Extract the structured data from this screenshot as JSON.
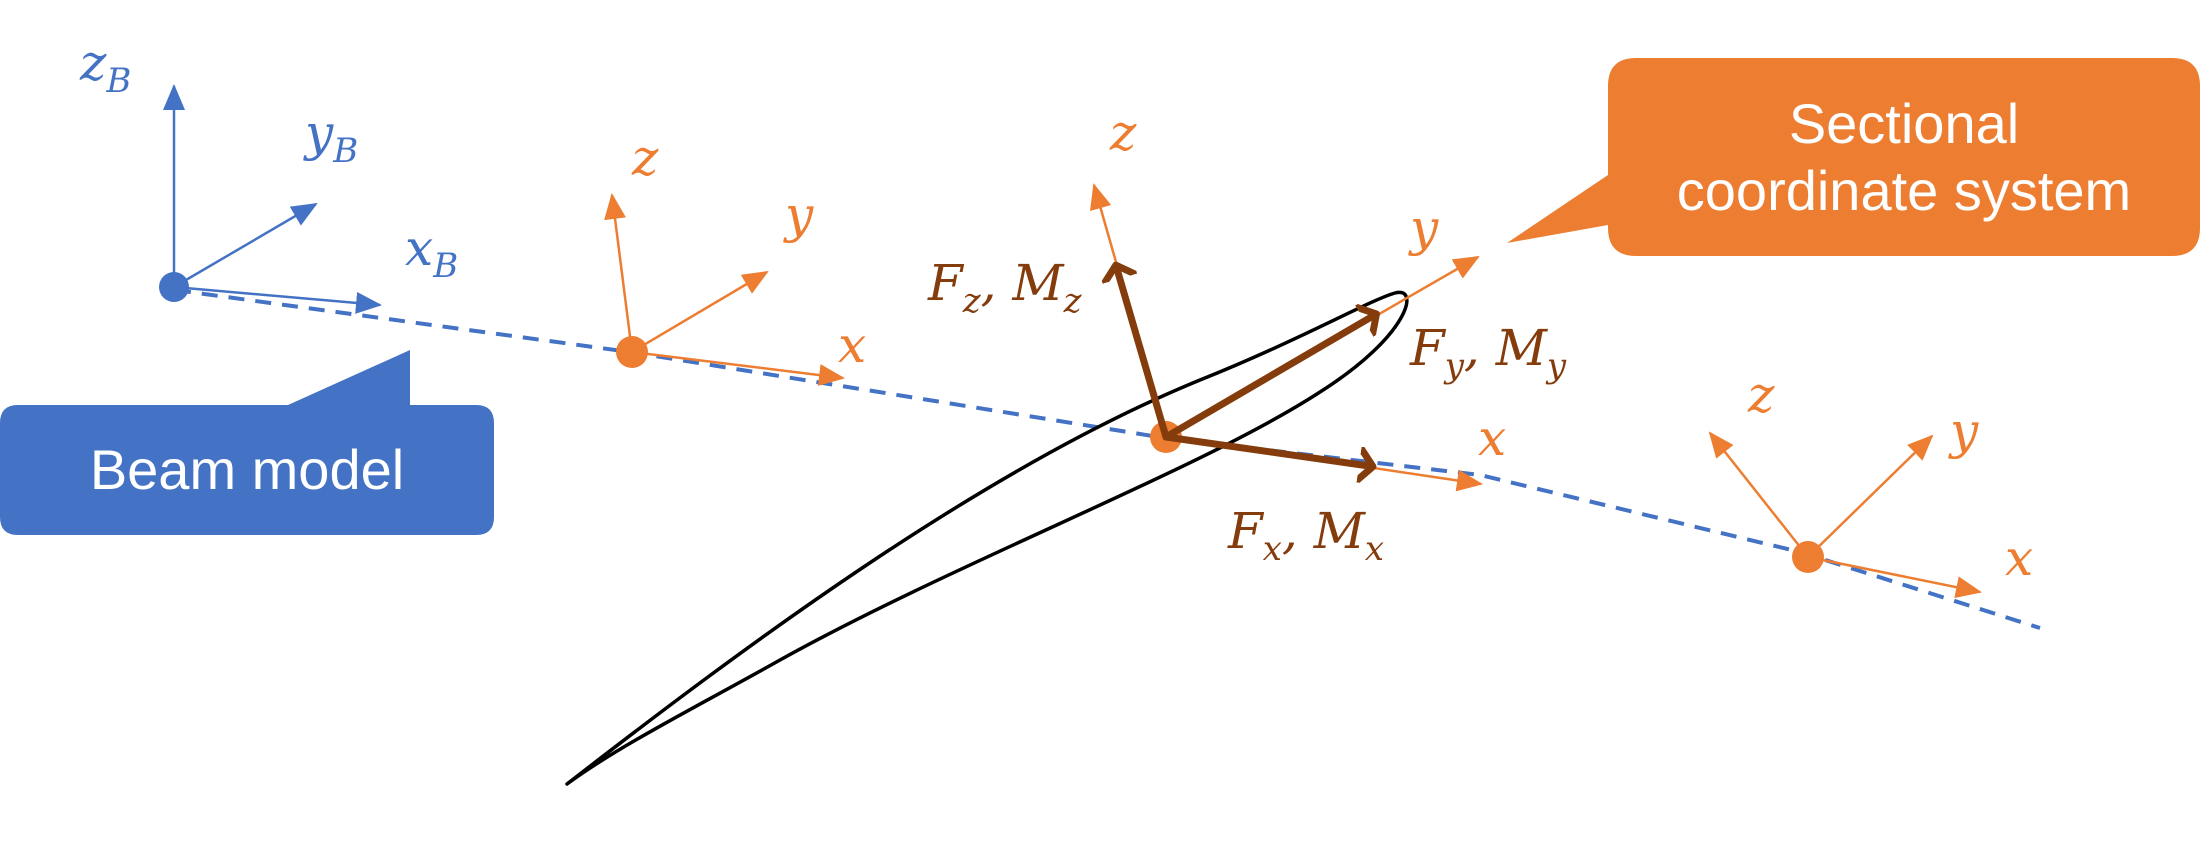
{
  "colors": {
    "blue": "#4472C4",
    "orange": "#ED7D31",
    "brown": "#843C0C",
    "outline": "#000000"
  },
  "beam_frame": {
    "z": "z",
    "z_sub": "B",
    "y": "y",
    "y_sub": "B",
    "x": "x",
    "x_sub": "B"
  },
  "section_frames": {
    "z": "z",
    "y": "y",
    "x": "x"
  },
  "forces": {
    "fz": {
      "f": "F",
      "f_sub": "z",
      "sep": ", ",
      "m": "M",
      "m_sub": "z"
    },
    "fy": {
      "f": "F",
      "f_sub": "y",
      "sep": ", ",
      "m": "M",
      "m_sub": "y"
    },
    "fx": {
      "f": "F",
      "f_sub": "x",
      "sep": ", ",
      "m": "M",
      "m_sub": "x"
    }
  },
  "callouts": {
    "beam_model": "Beam model",
    "sectional_line1": "Sectional",
    "sectional_line2": "coordinate system"
  }
}
